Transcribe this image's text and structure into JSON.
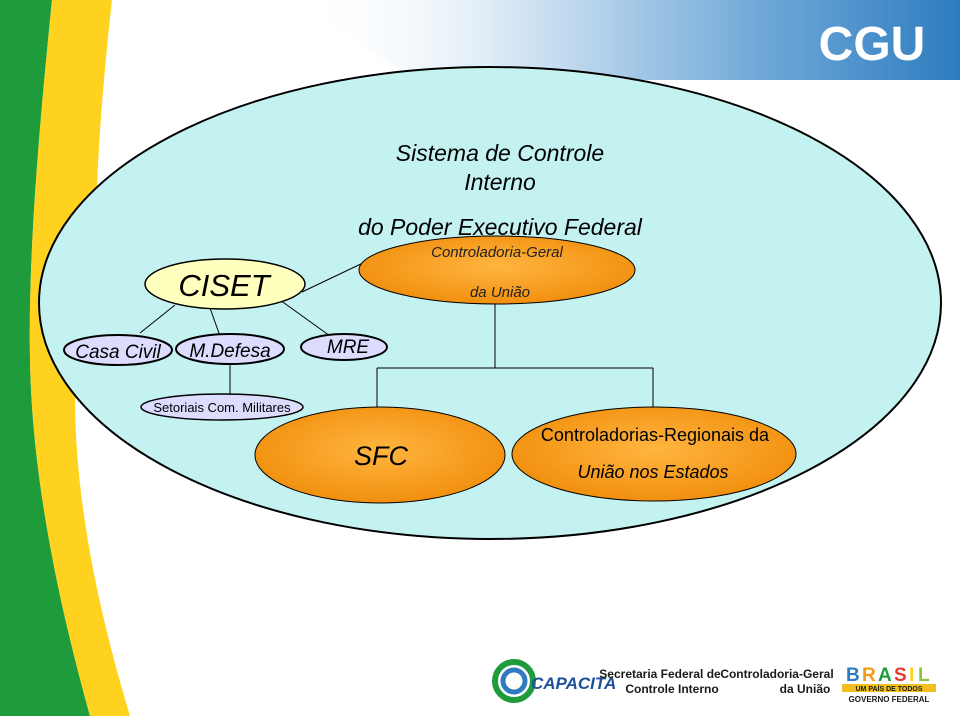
{
  "title_line1": "Sistema de Controle",
  "title_line2": "Interno",
  "subtitle": "do Poder Executivo Federal",
  "cgu_node": {
    "line1": "Controladoria-Geral",
    "line2": "da União"
  },
  "ciset": "CISET",
  "sector_nodes": [
    "Casa Civil",
    "M.Defesa",
    "MRE"
  ],
  "sectorials_label": "Setoriais Com. Militares",
  "sfc": "SFC",
  "regional": {
    "line1": "Controladorias-Regionais da",
    "line2": "União nos Estados"
  },
  "header_logo": "CGU",
  "footer": {
    "capacita": "CAPACITA",
    "sfci_line1": "Secretaria Federal de",
    "sfci_line2": "Controle Interno",
    "cgu_line1": "Controladoria-Geral",
    "cgu_line2": "da União",
    "brasil_letters": [
      "B",
      "R",
      "A",
      "S",
      "I",
      "L"
    ],
    "brasil_slogan": "UM PAÍS DE TODOS",
    "governo": "GOVERNO FEDERAL"
  },
  "colors": {
    "green": "#1e9b3a",
    "yellow": "#ffd21f",
    "blue_banner": "#2e7cbf",
    "ellipse_fill": "#c4f2f0",
    "orange": "#f59a14",
    "ciset_fill": "#ffffbe",
    "lavender": "#dcdcff"
  }
}
